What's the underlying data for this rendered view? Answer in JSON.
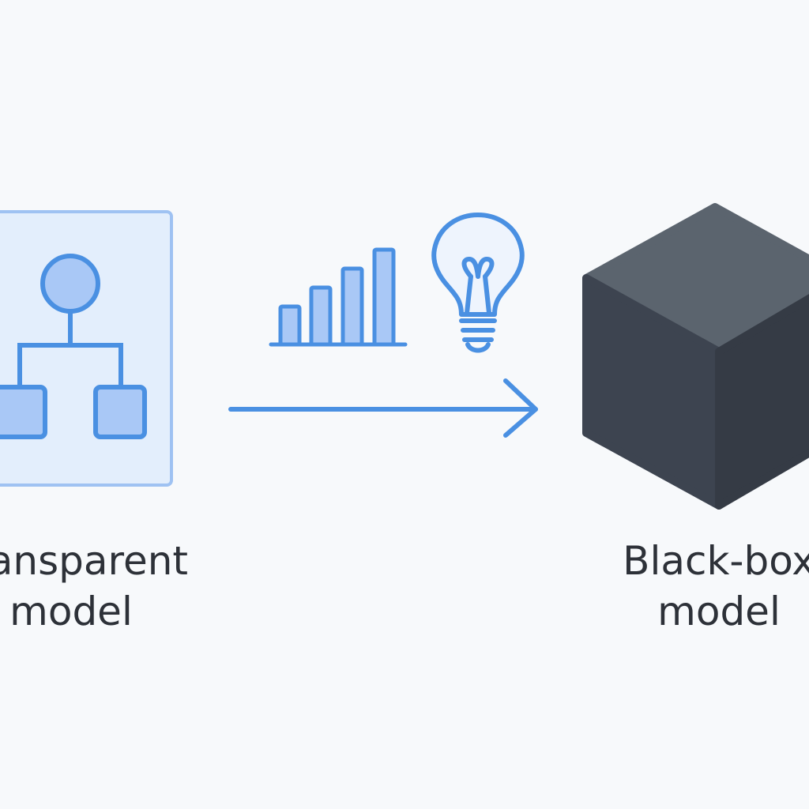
{
  "left": {
    "label_line1": "Transparent",
    "label_line2": "model"
  },
  "right": {
    "label_line1": "Black-box",
    "label_line2": "model"
  },
  "icons": {
    "left": [
      "decision-tree-icon"
    ],
    "middle": [
      "bar-chart-icon",
      "lightbulb-icon",
      "arrow-right-icon"
    ],
    "right": [
      "cube-icon"
    ]
  },
  "colors": {
    "background": "#f7f9fb",
    "accent_blue": "#4a90e2",
    "light_blue_fill": "#e3eefc",
    "node_fill": "#a9c8f6",
    "text": "#2d3138",
    "cube_top": "#5b646e",
    "cube_left": "#3d4450",
    "cube_right": "#353b45"
  }
}
